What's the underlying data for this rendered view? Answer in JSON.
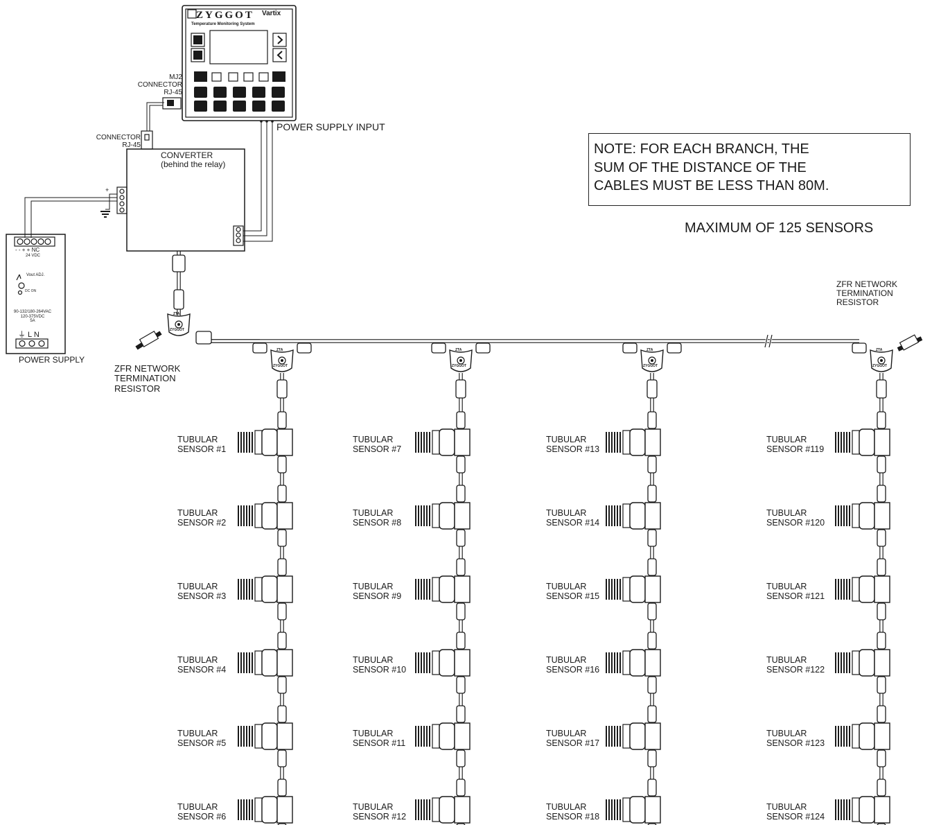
{
  "title": "",
  "labels": {
    "mj2_connector": "MJ2\nCONNECTOR\nRJ-45",
    "connector_converter": "CONNECTOR\nRJ-45",
    "power_supply_input": "POWER SUPPLY INPUT",
    "converter": "CONVERTER\n(behind the relay)",
    "zfr_left": "ZFR NETWORK\nTERMINATION\nRESISTOR",
    "zfr_right": "ZFR NETWORK\nTERMINATION\nRESISTOR",
    "power_supply": "POWER SUPPLY",
    "note": "NOTE: FOR EACH BRANCH, THE\nSUM OF THE DISTANCE OF THE\nCABLES MUST BE LESS THAN 80M.",
    "maximum": "MAXIMUM OF 125 SENSORS"
  },
  "controller": {
    "brand": "ZYGGOT",
    "subtitle": "Temperature Monitoring System",
    "maker": "Vartix"
  },
  "psu": {
    "terminals_top": "- - + + NC",
    "voltage": "24 VDC",
    "adjust": "Vout ADJ.",
    "dc_on": "DC ON",
    "input_spec": "90-132/180-264VAC\n120-375VDC\n5A",
    "terminals_bottom": "⏚ L N"
  },
  "tee": {
    "model": "ZTA",
    "brand": "ZYGGOT"
  },
  "sensors": [
    [
      "TUBULAR\nSENSOR #1",
      "TUBULAR\nSENSOR #2",
      "TUBULAR\nSENSOR #3",
      "TUBULAR\nSENSOR #4",
      "TUBULAR\nSENSOR #5",
      "TUBULAR\nSENSOR #6"
    ],
    [
      "TUBULAR\nSENSOR #7",
      "TUBULAR\nSENSOR #8",
      "TUBULAR\nSENSOR #9",
      "TUBULAR\nSENSOR #10",
      "TUBULAR\nSENSOR #11",
      "TUBULAR\nSENSOR #12"
    ],
    [
      "TUBULAR\nSENSOR #13",
      "TUBULAR\nSENSOR #14",
      "TUBULAR\nSENSOR #15",
      "TUBULAR\nSENSOR #16",
      "TUBULAR\nSENSOR #17",
      "TUBULAR\nSENSOR #18"
    ],
    [
      "TUBULAR\nSENSOR #119",
      "TUBULAR\nSENSOR #120",
      "TUBULAR\nSENSOR #121",
      "TUBULAR\nSENSOR #122",
      "TUBULAR\nSENSOR #123",
      "TUBULAR\nSENSOR #124"
    ]
  ]
}
